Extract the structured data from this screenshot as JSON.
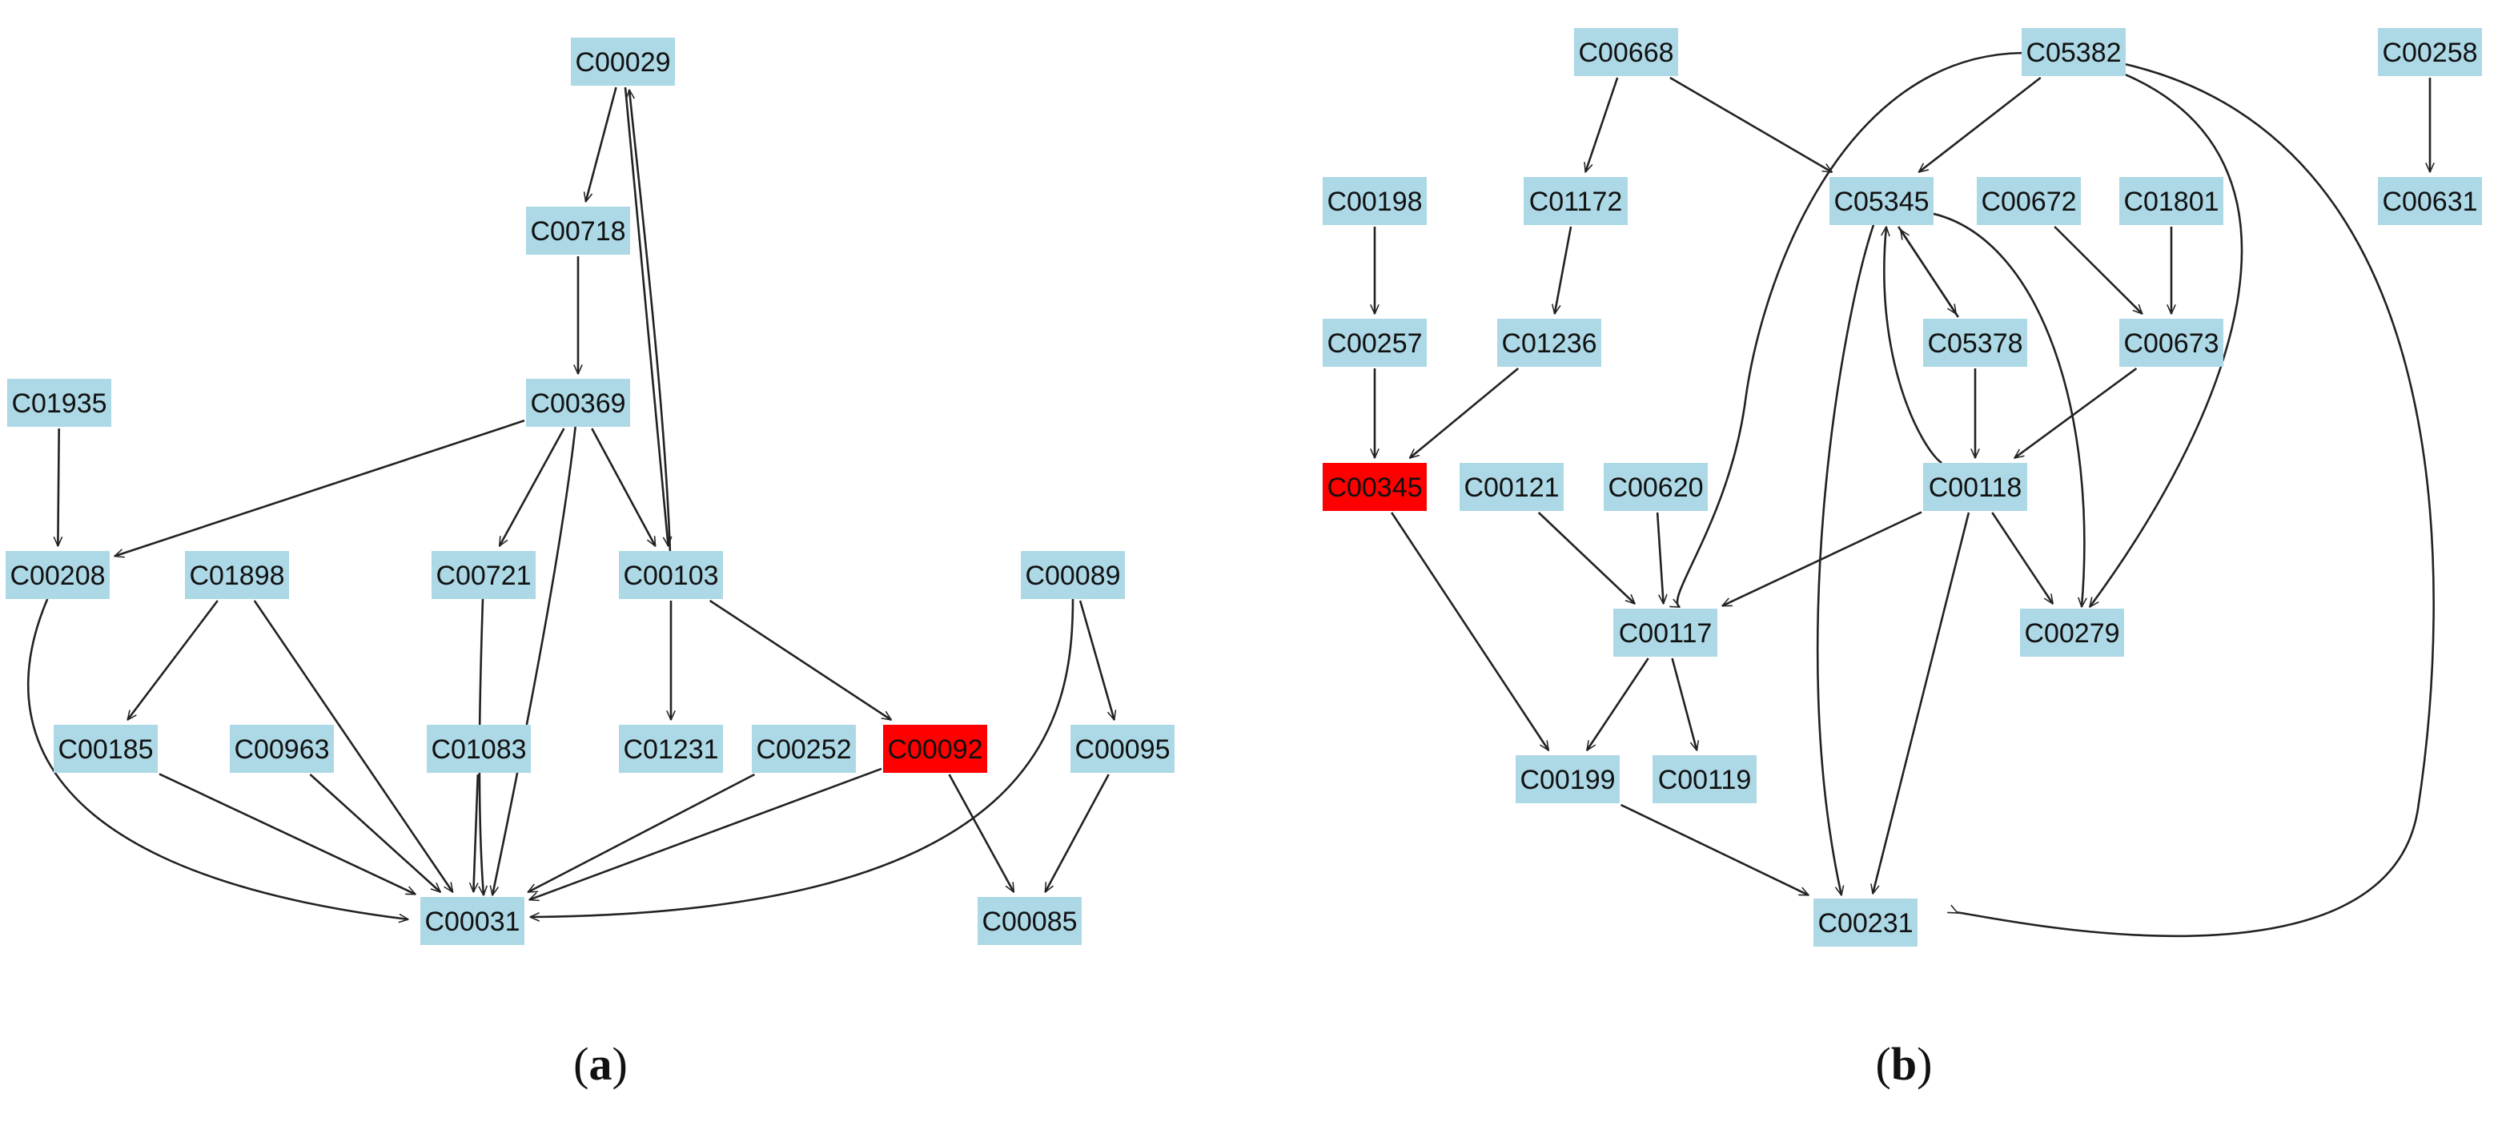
{
  "colors": {
    "node": "#add8e6",
    "highlight": "#ff0000",
    "edge": "#222222",
    "text": "#111111"
  },
  "panels": [
    {
      "id": "a",
      "label": {
        "open": "(",
        "letter": "a",
        "close": ")"
      },
      "nodes": [
        {
          "id": "C00029",
          "label": "C00029"
        },
        {
          "id": "C00718",
          "label": "C00718"
        },
        {
          "id": "C01935",
          "label": "C01935"
        },
        {
          "id": "C00369",
          "label": "C00369"
        },
        {
          "id": "C00208",
          "label": "C00208"
        },
        {
          "id": "C01898",
          "label": "C01898"
        },
        {
          "id": "C00721",
          "label": "C00721"
        },
        {
          "id": "C00103",
          "label": "C00103"
        },
        {
          "id": "C00089",
          "label": "C00089"
        },
        {
          "id": "C00185",
          "label": "C00185"
        },
        {
          "id": "C00963",
          "label": "C00963"
        },
        {
          "id": "C01083",
          "label": "C01083"
        },
        {
          "id": "C01231",
          "label": "C01231"
        },
        {
          "id": "C00252",
          "label": "C00252"
        },
        {
          "id": "C00092",
          "label": "C00092",
          "highlight": true
        },
        {
          "id": "C00095",
          "label": "C00095"
        },
        {
          "id": "C00031",
          "label": "C00031"
        },
        {
          "id": "C00085",
          "label": "C00085"
        }
      ],
      "edges": [
        {
          "from": "C00029",
          "to": "C00718"
        },
        {
          "from": "C00718",
          "to": "C00369"
        },
        {
          "from": "C01935",
          "to": "C00208"
        },
        {
          "from": "C00369",
          "to": "C00208"
        },
        {
          "from": "C00369",
          "to": "C00721"
        },
        {
          "from": "C00369",
          "to": "C00031"
        },
        {
          "from": "C00369",
          "to": "C00103"
        },
        {
          "from": "C00103",
          "to": "C00029"
        },
        {
          "from": "C00029",
          "to": "C00103"
        },
        {
          "from": "C00208",
          "to": "C00031"
        },
        {
          "from": "C01898",
          "to": "C00185"
        },
        {
          "from": "C01898",
          "to": "C00031"
        },
        {
          "from": "C00721",
          "to": "C00031"
        },
        {
          "from": "C00103",
          "to": "C01231"
        },
        {
          "from": "C00103",
          "to": "C00092"
        },
        {
          "from": "C00089",
          "to": "C00095"
        },
        {
          "from": "C00089",
          "to": "C00031"
        },
        {
          "from": "C00185",
          "to": "C00031"
        },
        {
          "from": "C00963",
          "to": "C00031"
        },
        {
          "from": "C01083",
          "to": "C00031"
        },
        {
          "from": "C00252",
          "to": "C00031"
        },
        {
          "from": "C00092",
          "to": "C00031"
        },
        {
          "from": "C00092",
          "to": "C00085"
        },
        {
          "from": "C00095",
          "to": "C00085"
        }
      ]
    },
    {
      "id": "b",
      "label": {
        "open": "(",
        "letter": "b",
        "close": ")"
      },
      "nodes": [
        {
          "id": "C00668",
          "label": "C00668"
        },
        {
          "id": "C05382",
          "label": "C05382"
        },
        {
          "id": "C00258",
          "label": "C00258"
        },
        {
          "id": "C00198",
          "label": "C00198"
        },
        {
          "id": "C01172",
          "label": "C01172"
        },
        {
          "id": "C05345",
          "label": "C05345"
        },
        {
          "id": "C00672",
          "label": "C00672"
        },
        {
          "id": "C01801",
          "label": "C01801"
        },
        {
          "id": "C00631",
          "label": "C00631"
        },
        {
          "id": "C00257",
          "label": "C00257"
        },
        {
          "id": "C01236",
          "label": "C01236"
        },
        {
          "id": "C05378",
          "label": "C05378"
        },
        {
          "id": "C00673",
          "label": "C00673"
        },
        {
          "id": "C00345",
          "label": "C00345",
          "highlight": true
        },
        {
          "id": "C00121",
          "label": "C00121"
        },
        {
          "id": "C00620",
          "label": "C00620"
        },
        {
          "id": "C00118",
          "label": "C00118"
        },
        {
          "id": "C00117",
          "label": "C00117"
        },
        {
          "id": "C00279",
          "label": "C00279"
        },
        {
          "id": "C00199",
          "label": "C00199"
        },
        {
          "id": "C00119",
          "label": "C00119"
        },
        {
          "id": "C00231",
          "label": "C00231"
        }
      ],
      "edges": [
        {
          "from": "C00668",
          "to": "C01172"
        },
        {
          "from": "C00668",
          "to": "C05345"
        },
        {
          "from": "C05382",
          "to": "C05345"
        },
        {
          "from": "C05382",
          "to": "C00117"
        },
        {
          "from": "C05382",
          "to": "C00279"
        },
        {
          "from": "C05382",
          "to": "C00231"
        },
        {
          "from": "C00258",
          "to": "C00631"
        },
        {
          "from": "C00198",
          "to": "C00257"
        },
        {
          "from": "C01172",
          "to": "C01236"
        },
        {
          "from": "C00257",
          "to": "C00345"
        },
        {
          "from": "C01236",
          "to": "C00345"
        },
        {
          "from": "C05345",
          "to": "C05378"
        },
        {
          "from": "C05378",
          "to": "C05345"
        },
        {
          "from": "C05345",
          "to": "C00279"
        },
        {
          "from": "C05345",
          "to": "C00231"
        },
        {
          "from": "C00672",
          "to": "C00673"
        },
        {
          "from": "C01801",
          "to": "C00673"
        },
        {
          "from": "C05378",
          "to": "C00118"
        },
        {
          "from": "C00673",
          "to": "C00118"
        },
        {
          "from": "C00118",
          "to": "C05345"
        },
        {
          "from": "C00118",
          "to": "C00117"
        },
        {
          "from": "C00118",
          "to": "C00279"
        },
        {
          "from": "C00118",
          "to": "C00231"
        },
        {
          "from": "C00345",
          "to": "C00199"
        },
        {
          "from": "C00121",
          "to": "C00117"
        },
        {
          "from": "C00620",
          "to": "C00117"
        },
        {
          "from": "C00117",
          "to": "C00199"
        },
        {
          "from": "C00117",
          "to": "C00119"
        },
        {
          "from": "C00199",
          "to": "C00231"
        }
      ]
    }
  ]
}
